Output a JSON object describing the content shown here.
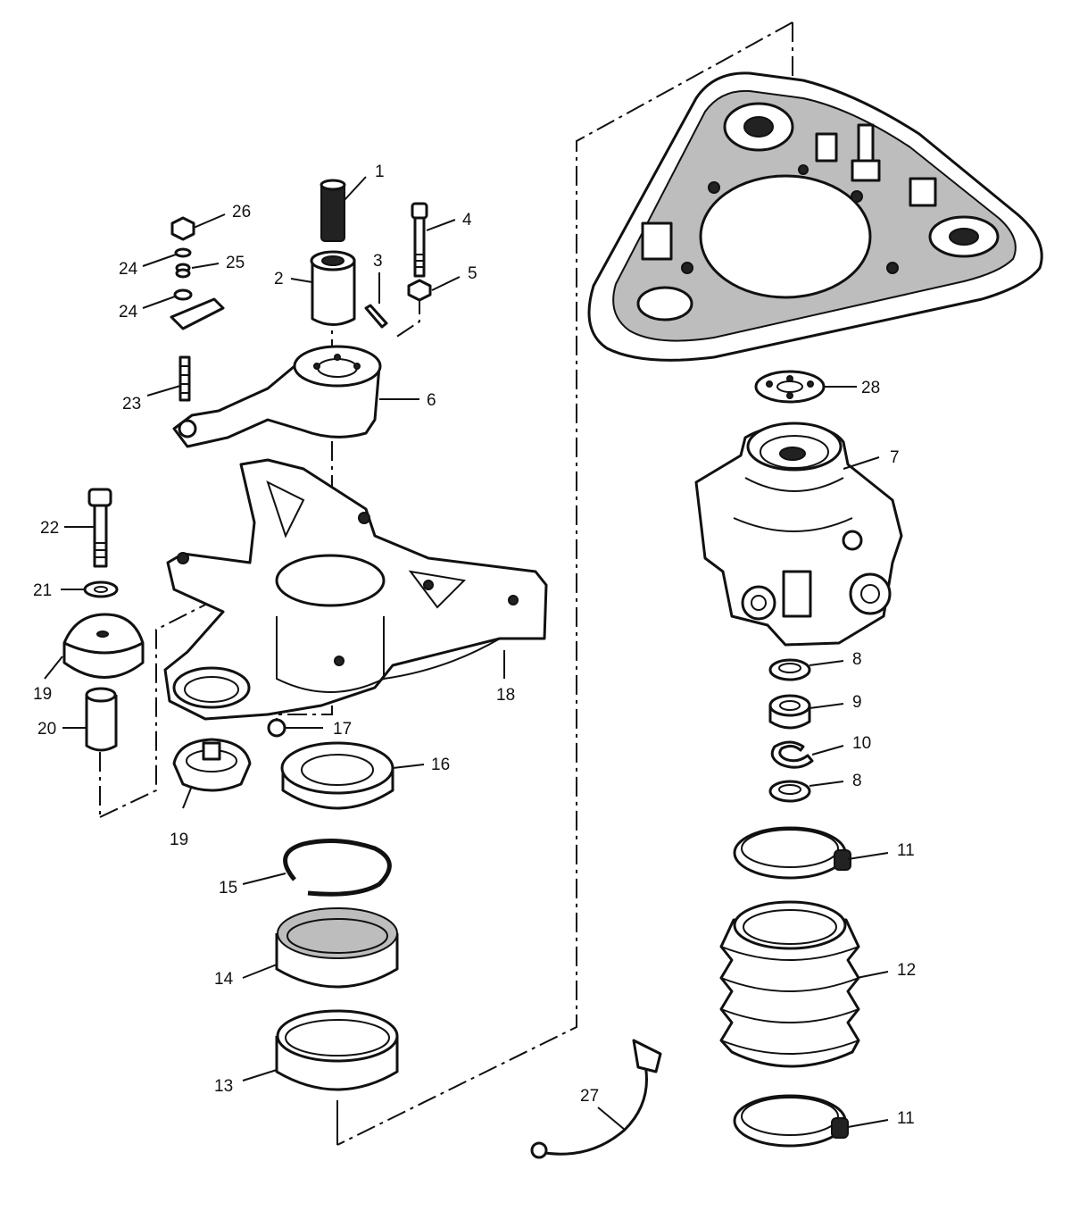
{
  "callouts": [
    {
      "id": "c1",
      "label": "1"
    },
    {
      "id": "c2",
      "label": "2"
    },
    {
      "id": "c3",
      "label": "3"
    },
    {
      "id": "c4",
      "label": "4"
    },
    {
      "id": "c5",
      "label": "5"
    },
    {
      "id": "c6",
      "label": "6"
    },
    {
      "id": "c7",
      "label": "7"
    },
    {
      "id": "c8a",
      "label": "8"
    },
    {
      "id": "c9",
      "label": "9"
    },
    {
      "id": "c10",
      "label": "10"
    },
    {
      "id": "c8b",
      "label": "8"
    },
    {
      "id": "c11a",
      "label": "11"
    },
    {
      "id": "c12",
      "label": "12"
    },
    {
      "id": "c11b",
      "label": "11"
    },
    {
      "id": "c13",
      "label": "13"
    },
    {
      "id": "c14",
      "label": "14"
    },
    {
      "id": "c15",
      "label": "15"
    },
    {
      "id": "c16",
      "label": "16"
    },
    {
      "id": "c17",
      "label": "17"
    },
    {
      "id": "c18",
      "label": "18"
    },
    {
      "id": "c19a",
      "label": "19"
    },
    {
      "id": "c19b",
      "label": "19"
    },
    {
      "id": "c20",
      "label": "20"
    },
    {
      "id": "c21",
      "label": "21"
    },
    {
      "id": "c22",
      "label": "22"
    },
    {
      "id": "c23",
      "label": "23"
    },
    {
      "id": "c24a",
      "label": "24"
    },
    {
      "id": "c24b",
      "label": "24"
    },
    {
      "id": "c25",
      "label": "25"
    },
    {
      "id": "c26",
      "label": "26"
    },
    {
      "id": "c27",
      "label": "27"
    },
    {
      "id": "c28",
      "label": "28"
    }
  ]
}
